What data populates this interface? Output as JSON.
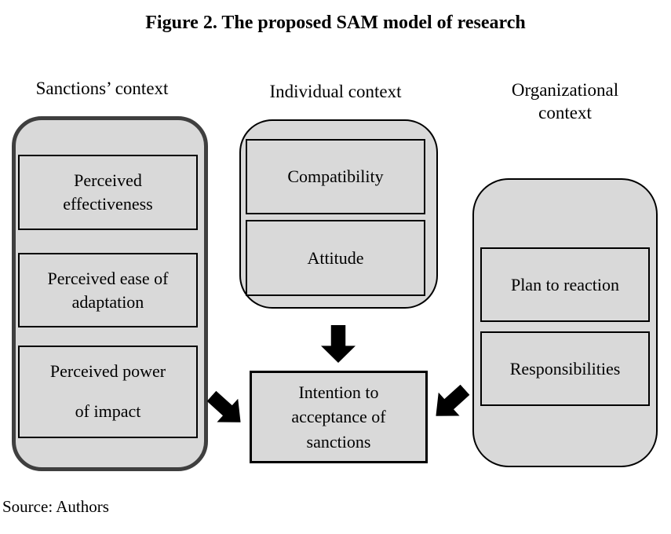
{
  "title": "Figure 2. The proposed SAM model of research",
  "source": "Source: Authors",
  "colors": {
    "box_fill": "#d9d9d9",
    "box_border": "#000000",
    "sanctions_container_border": "#3f3f3f",
    "arrow": "#000000",
    "background": "#ffffff"
  },
  "columns": {
    "sanctions": {
      "heading": "Sanctions’ context",
      "items": [
        "Perceived effectiveness",
        "Perceived ease of adaptation",
        "Perceived power of impact"
      ]
    },
    "individual": {
      "heading": "Individual context",
      "items": [
        "Compatibility",
        "Attitude"
      ]
    },
    "organizational": {
      "heading": "Organizational context",
      "items": [
        "Plan to reaction",
        "Responsibilities"
      ]
    }
  },
  "center": {
    "label": "Intention to acceptance of sanctions"
  },
  "arrows": [
    {
      "icon": "down-arrow-icon",
      "meaning": "individual context to intention"
    },
    {
      "icon": "down-right-arrow-icon",
      "meaning": "sanctions context to intention"
    },
    {
      "icon": "down-left-arrow-icon",
      "meaning": "organizational context to intention"
    }
  ]
}
